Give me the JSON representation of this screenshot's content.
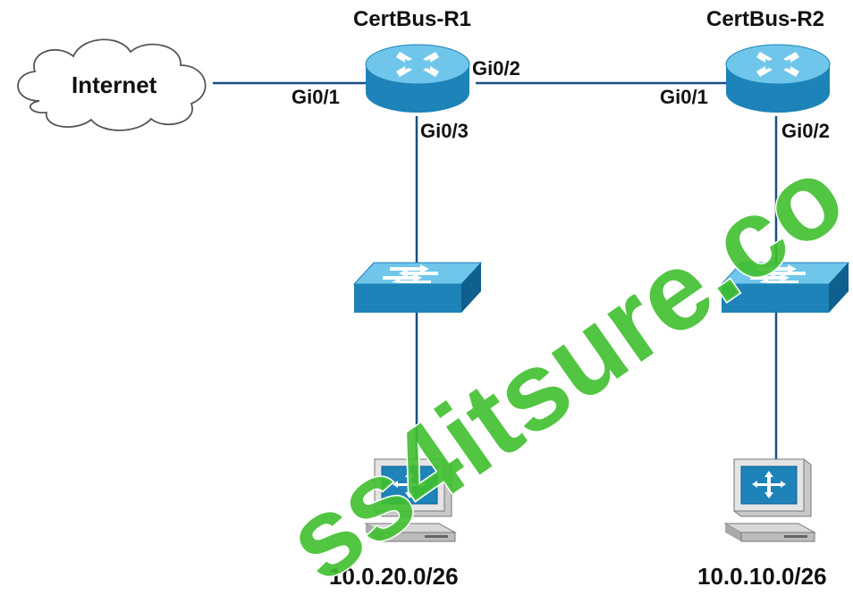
{
  "diagram": {
    "nodes": {
      "internet": {
        "label": "Internet"
      },
      "r1": {
        "label": "CertBus-R1"
      },
      "r2": {
        "label": "CertBus-R2"
      },
      "sw1": {
        "label": ""
      },
      "sw2": {
        "label": ""
      },
      "pc1": {
        "subnet": "10.0.20.0/26"
      },
      "pc2": {
        "subnet": "10.0.10.0/26"
      }
    },
    "interfaces": {
      "r1_gi01": "Gi0/1",
      "r1_gi02": "Gi0/2",
      "r1_gi03": "Gi0/3",
      "r2_gi01": "Gi0/1",
      "r2_gi02": "Gi0/2"
    },
    "links": [
      {
        "from": "internet",
        "to": "r1",
        "interface": "Gi0/1"
      },
      {
        "from": "r1",
        "to": "r2",
        "interfaces": [
          "Gi0/2",
          "Gi0/1"
        ]
      },
      {
        "from": "r1",
        "to": "sw1",
        "interface": "Gi0/3"
      },
      {
        "from": "r2",
        "to": "sw2",
        "interface": "Gi0/2"
      },
      {
        "from": "sw1",
        "to": "pc1"
      },
      {
        "from": "sw2",
        "to": "pc2"
      }
    ],
    "watermark": "ss4itsure.co",
    "colors": {
      "link": "#1b4f82",
      "device_top": "#6fc6ea",
      "device_side": "#1d83b8",
      "device_dark": "#0f5f8f",
      "watermark": "#3fbf2e",
      "pc_body": "#c9c9c9"
    }
  }
}
